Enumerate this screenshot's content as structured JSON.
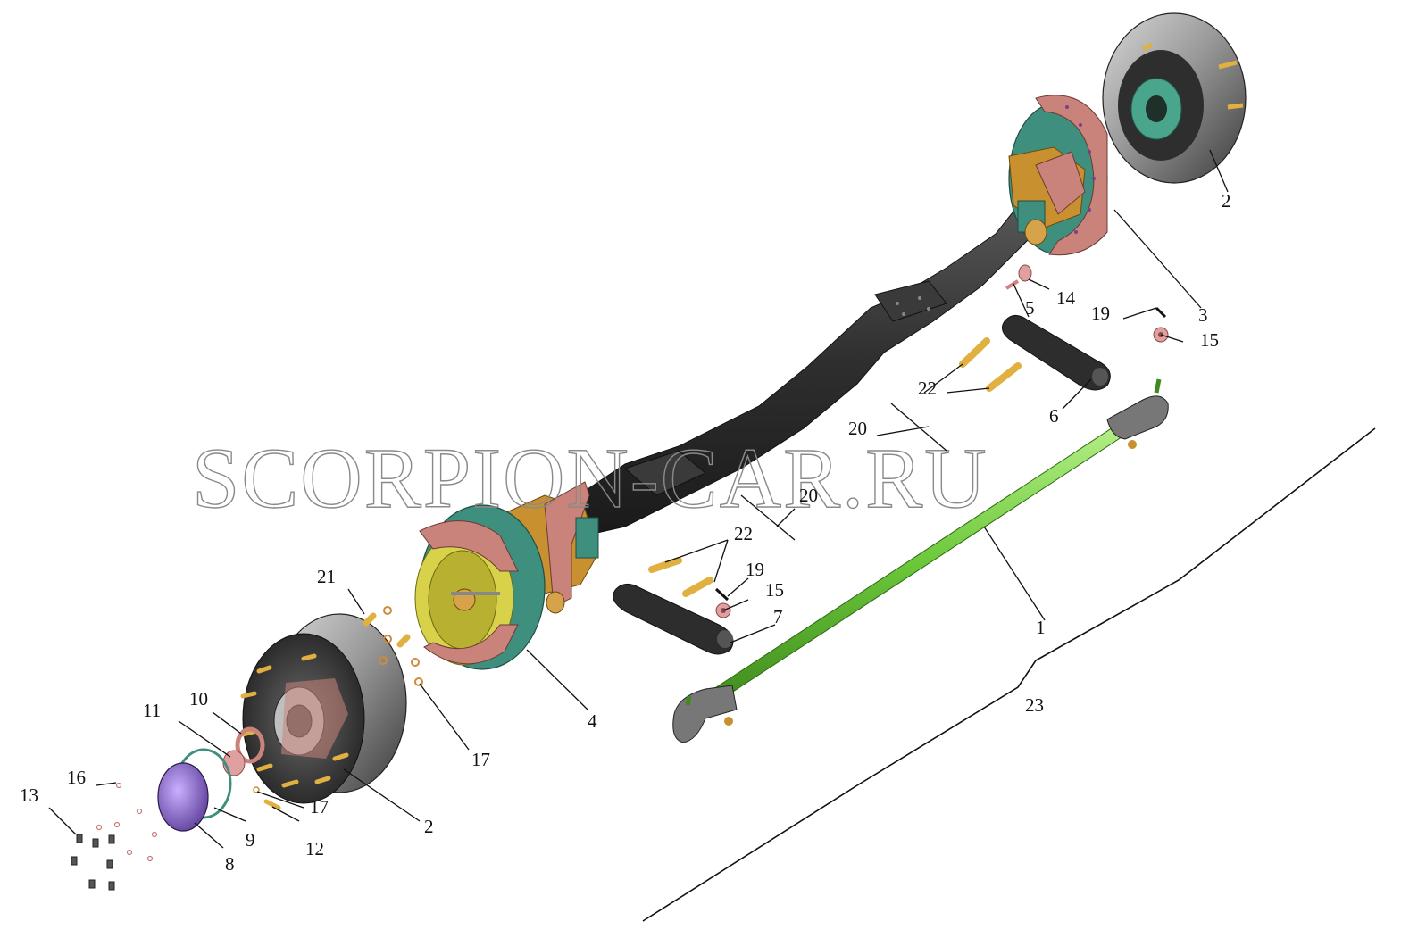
{
  "watermark": "SCORPION-CAR.RU",
  "colors": {
    "beam": "#2e2e2e",
    "drum": "#4a4a4a",
    "shoe": "#c9837a",
    "backing_plate": "#3f8f7e",
    "knuckle": "#c9902f",
    "tie_rod": "#7fd64a",
    "arm": "#2d2d2d",
    "bolt": "#e0b040",
    "hub_cap": "#7a56b8"
  },
  "callouts": {
    "c1": "1",
    "c2a": "2",
    "c2b": "2",
    "c3": "3",
    "c4": "4",
    "c5": "5",
    "c6": "6",
    "c7": "7",
    "c8": "8",
    "c9": "9",
    "c10": "10",
    "c11": "11",
    "c12": "12",
    "c13": "13",
    "c14": "14",
    "c15a": "15",
    "c15b": "15",
    "c16": "16",
    "c17a": "17",
    "c17b": "17",
    "c19a": "19",
    "c19b": "19",
    "c20a": "20",
    "c20b": "20",
    "c21": "21",
    "c22a": "22",
    "c22b": "22",
    "c23": "23"
  }
}
